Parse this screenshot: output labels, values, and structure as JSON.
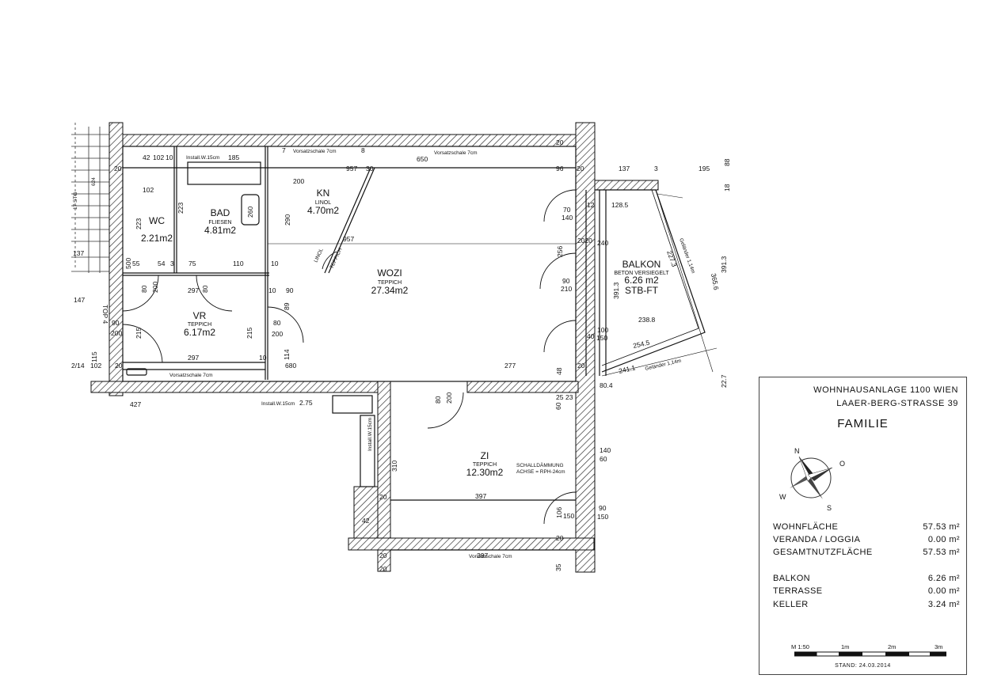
{
  "rooms": {
    "wc": {
      "name": "WC",
      "area": "2.21m2"
    },
    "bad": {
      "name": "BAD",
      "floor": "FLIESEN",
      "area": "4.81m2"
    },
    "kn": {
      "name": "KN",
      "floor": "LINOL",
      "area": "4.70m2"
    },
    "wozi": {
      "name": "WOZI",
      "floor": "TEPPICH",
      "area": "27.34m2"
    },
    "vr": {
      "name": "VR",
      "floor": "TEPPICH",
      "area": "6.17m2"
    },
    "zi": {
      "name": "ZI",
      "floor": "TEPPICH",
      "area": "12.30m2"
    },
    "balkon": {
      "name": "BALKON",
      "floor": "BETON VERSIEGELT",
      "area": "6.26 m2",
      "code": "STB-FT"
    }
  },
  "labels": {
    "vorsatz_top_left": "Vorsatzschale 7cm",
    "vorsatz_top_right": "Vorsatzschale 7cm",
    "vorsatz_vr": "Vorsatzschale 7cm",
    "vorsatz_zi": "Vorsatzschale 7cm",
    "install_top": "Install.W.15cm",
    "install_mid": "Install.W.15cm",
    "install_vert": "Install.W.15cm",
    "linol_teppich_1": "LINOL",
    "linol_teppich_2": "TEPPICH",
    "schall_1": "SCHALLDÄMMUNG",
    "schall_2": "ACHSE = RPH-24cm",
    "gelaender_1": "Geländer 1,14m",
    "gelaender_2": "Geländer 1,14m",
    "top": "TOP 4",
    "stair": "17 STG",
    "stair2": "624"
  },
  "dims": {
    "d42": "42",
    "d102a": "102",
    "d10a": "10",
    "d185": "185",
    "d7a": "7",
    "d8a": "8",
    "d957a": "957",
    "d30": "30",
    "d650": "650",
    "d96": "96",
    "d20a": "20",
    "d20b": "20",
    "d137": "137",
    "d3": "3",
    "d195": "195",
    "d88": "88",
    "d18": "18",
    "d200a": "200",
    "d223a": "223",
    "d223b": "223",
    "d260": "260",
    "d290": "290",
    "d957b": "957",
    "d102b": "102",
    "d20c": "20",
    "d70": "70",
    "d140a": "140",
    "d12": "12",
    "d128": "128.5",
    "d500": "500",
    "d55": "55",
    "d54": "54",
    "d3b": "3",
    "d75": "75",
    "d110": "110",
    "d10b": "10",
    "d256": "256",
    "d2020": "2020",
    "d240": "240",
    "d2273": "227.3",
    "d3653": "365.6",
    "d3913": "391.3",
    "d80a": "80",
    "d200b": "200",
    "d80b": "80",
    "d297a": "297",
    "d10c": "10",
    "d90a": "90",
    "d89": "89",
    "d90b": "90",
    "d210": "210",
    "d3913b": "391.3",
    "d137b": "137",
    "d147": "147",
    "d90c": "90",
    "d200c": "200",
    "d215a": "215",
    "d215b": "215",
    "d80c": "80",
    "d200d": "200",
    "d100": "100",
    "d2388": "238.8",
    "d40": "40",
    "d150a": "150",
    "d2545": "254.5",
    "d115": "115",
    "d214": "2/14",
    "d102c": "102",
    "d20d": "20",
    "d297b": "297",
    "d10d": "10",
    "d114": "114",
    "d680": "680",
    "d277": "277",
    "d48": "48",
    "d20e": "20",
    "d2411": "241.1",
    "d227": "22.7",
    "d80d": "80.4",
    "d427": "427",
    "d275": "2.75",
    "d80e": "80",
    "d200e": "200",
    "d25": "25",
    "d23": "23",
    "d60a": "60",
    "d310": "310",
    "d140b": "140",
    "d60b": "60",
    "d397a": "397",
    "d42b": "42",
    "d20f": "20",
    "d20g": "20",
    "d106": "106",
    "d150b": "150",
    "d90d": "90",
    "d150c": "150",
    "d20h": "20",
    "d397b": "397",
    "d35": "35",
    "d20i": "20"
  },
  "info": {
    "address_1": "WOHNHAUSANLAGE 1100 WIEN",
    "address_2": "LAAER-BERG-STRASSE 39",
    "family": "FAMILIE",
    "compass": {
      "n": "N",
      "o": "O",
      "s": "S",
      "w": "W"
    },
    "areas_a": [
      {
        "label": "WOHNFLÄCHE",
        "value": "57.53 m²"
      },
      {
        "label": "VERANDA / LOGGIA",
        "value": "0.00 m²"
      },
      {
        "label": "GESAMTNUTZFLÄCHE",
        "value": "57.53 m²"
      }
    ],
    "areas_b": [
      {
        "label": "BALKON",
        "value": "6.26 m²"
      },
      {
        "label": "TERRASSE",
        "value": "0.00 m²"
      },
      {
        "label": "KELLER",
        "value": "3.24 m²"
      }
    ],
    "scale": {
      "ratio": "M 1:50",
      "m1": "1m",
      "m2": "2m",
      "m3": "3m"
    },
    "stand": "STAND: 24.03.2014"
  }
}
